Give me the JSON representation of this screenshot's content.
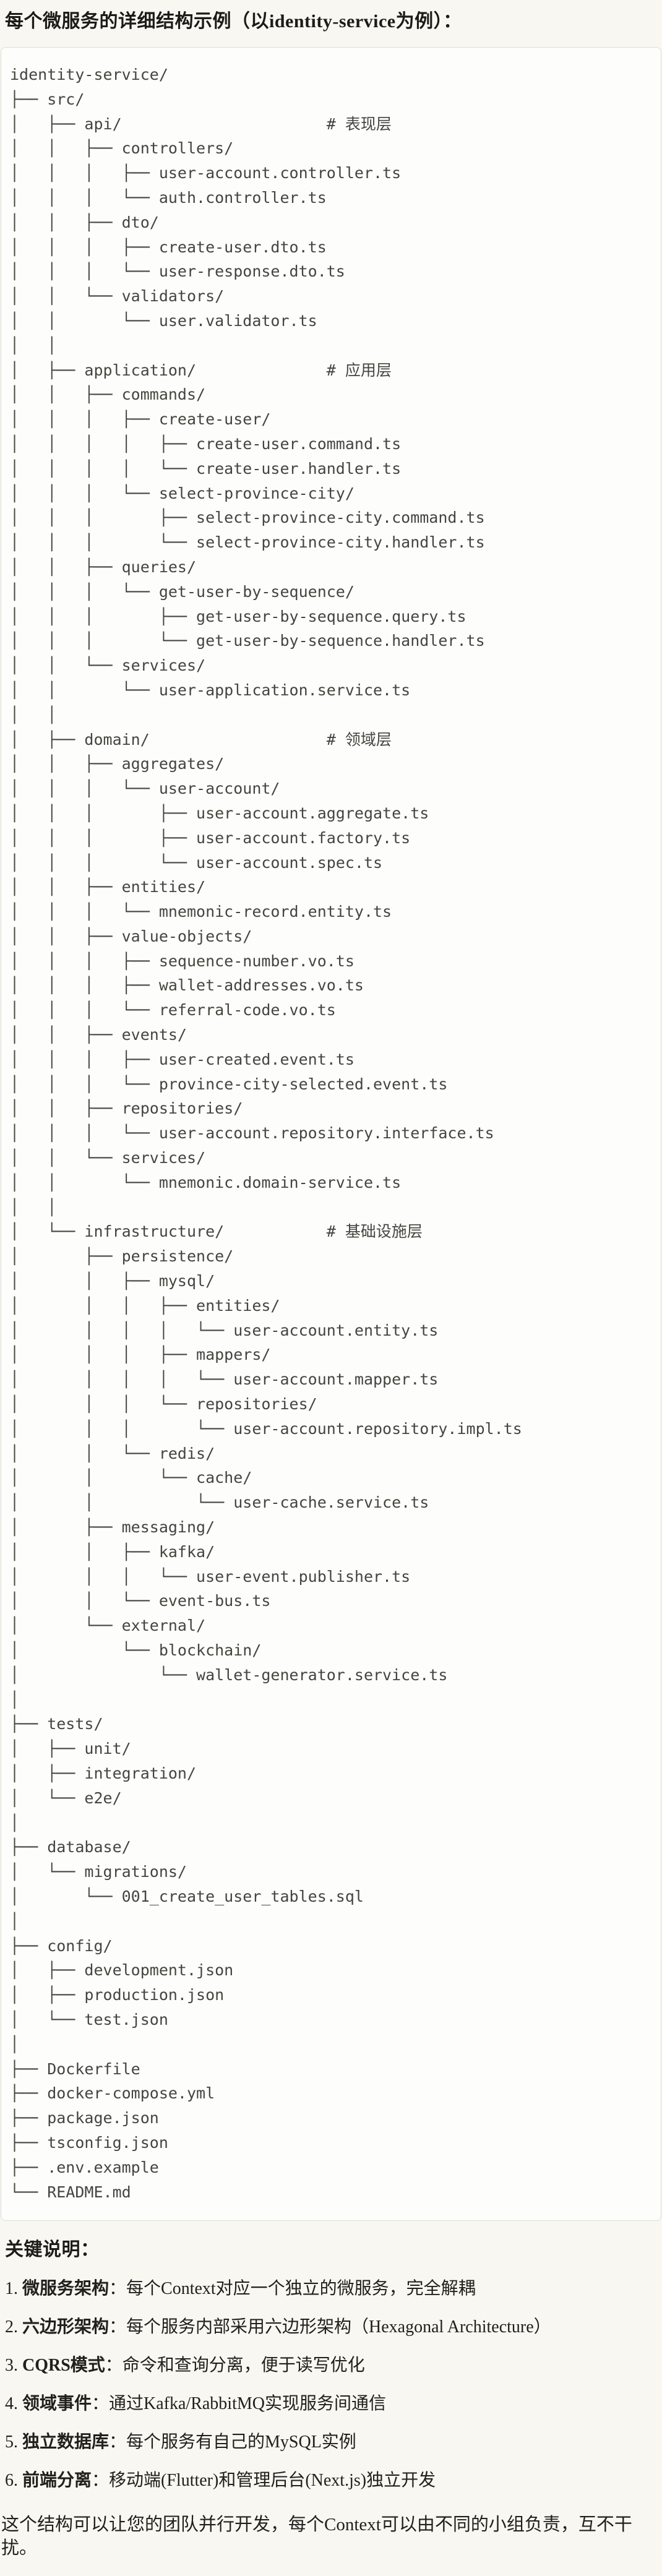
{
  "page": {
    "title": "每个微服务的详细结构示例（以identity-service为例）："
  },
  "colors": {
    "page_bg": "#f8f7f2",
    "code_bg": "#fdfdfb",
    "code_border": "#dfdcd5",
    "code_text": "#45453f",
    "body_text": "#1f1e1a"
  },
  "code_block": {
    "lines": [
      "identity-service/",
      "├── src/",
      "│   ├── api/                      # 表现层",
      "│   │   ├── controllers/",
      "│   │   │   ├── user-account.controller.ts",
      "│   │   │   └── auth.controller.ts",
      "│   │   ├── dto/",
      "│   │   │   ├── create-user.dto.ts",
      "│   │   │   └── user-response.dto.ts",
      "│   │   └── validators/",
      "│   │       └── user.validator.ts",
      "│   │",
      "│   ├── application/              # 应用层",
      "│   │   ├── commands/",
      "│   │   │   ├── create-user/",
      "│   │   │   │   ├── create-user.command.ts",
      "│   │   │   │   └── create-user.handler.ts",
      "│   │   │   └── select-province-city/",
      "│   │   │       ├── select-province-city.command.ts",
      "│   │   │       └── select-province-city.handler.ts",
      "│   │   ├── queries/",
      "│   │   │   └── get-user-by-sequence/",
      "│   │   │       ├── get-user-by-sequence.query.ts",
      "│   │   │       └── get-user-by-sequence.handler.ts",
      "│   │   └── services/",
      "│   │       └── user-application.service.ts",
      "│   │",
      "│   ├── domain/                   # 领域层",
      "│   │   ├── aggregates/",
      "│   │   │   └── user-account/",
      "│   │   │       ├── user-account.aggregate.ts",
      "│   │   │       ├── user-account.factory.ts",
      "│   │   │       └── user-account.spec.ts",
      "│   │   ├── entities/",
      "│   │   │   └── mnemonic-record.entity.ts",
      "│   │   ├── value-objects/",
      "│   │   │   ├── sequence-number.vo.ts",
      "│   │   │   ├── wallet-addresses.vo.ts",
      "│   │   │   └── referral-code.vo.ts",
      "│   │   ├── events/",
      "│   │   │   ├── user-created.event.ts",
      "│   │   │   └── province-city-selected.event.ts",
      "│   │   ├── repositories/",
      "│   │   │   └── user-account.repository.interface.ts",
      "│   │   └── services/",
      "│   │       └── mnemonic.domain-service.ts",
      "│   │",
      "│   └── infrastructure/           # 基础设施层",
      "│       ├── persistence/",
      "│       │   ├── mysql/",
      "│       │   │   ├── entities/",
      "│       │   │   │   └── user-account.entity.ts",
      "│       │   │   ├── mappers/",
      "│       │   │   │   └── user-account.mapper.ts",
      "│       │   │   └── repositories/",
      "│       │   │       └── user-account.repository.impl.ts",
      "│       │   └── redis/",
      "│       │       └── cache/",
      "│       │           └── user-cache.service.ts",
      "│       ├── messaging/",
      "│       │   ├── kafka/",
      "│       │   │   └── user-event.publisher.ts",
      "│       │   └── event-bus.ts",
      "│       └── external/",
      "│           └── blockchain/",
      "│               └── wallet-generator.service.ts",
      "│",
      "├── tests/",
      "│   ├── unit/",
      "│   ├── integration/",
      "│   └── e2e/",
      "│",
      "├── database/",
      "│   └── migrations/",
      "│       └── 001_create_user_tables.sql",
      "│",
      "├── config/",
      "│   ├── development.json",
      "│   ├── production.json",
      "│   └── test.json",
      "│",
      "├── Dockerfile",
      "├── docker-compose.yml",
      "├── package.json",
      "├── tsconfig.json",
      "├── .env.example",
      "└── README.md"
    ]
  },
  "notes": {
    "heading": "关键说明：",
    "items": [
      {
        "num": "1.",
        "term": "微服务架构",
        "rest": "：每个Context对应一个独立的微服务，完全解耦"
      },
      {
        "num": "2.",
        "term": "六边形架构",
        "rest": "：每个服务内部采用六边形架构（Hexagonal Architecture）"
      },
      {
        "num": "3.",
        "term": "CQRS模式",
        "rest": "：命令和查询分离，便于读写优化"
      },
      {
        "num": "4.",
        "term": "领域事件",
        "rest": "：通过Kafka/RabbitMQ实现服务间通信"
      },
      {
        "num": "5.",
        "term": "独立数据库",
        "rest": "：每个服务有自己的MySQL实例"
      },
      {
        "num": "6.",
        "term": "前端分离",
        "rest": "：移动端(Flutter)和管理后台(Next.js)独立开发"
      }
    ]
  },
  "footer": {
    "text": "这个结构可以让您的团队并行开发，每个Context可以由不同的小组负责，互不干扰。"
  }
}
